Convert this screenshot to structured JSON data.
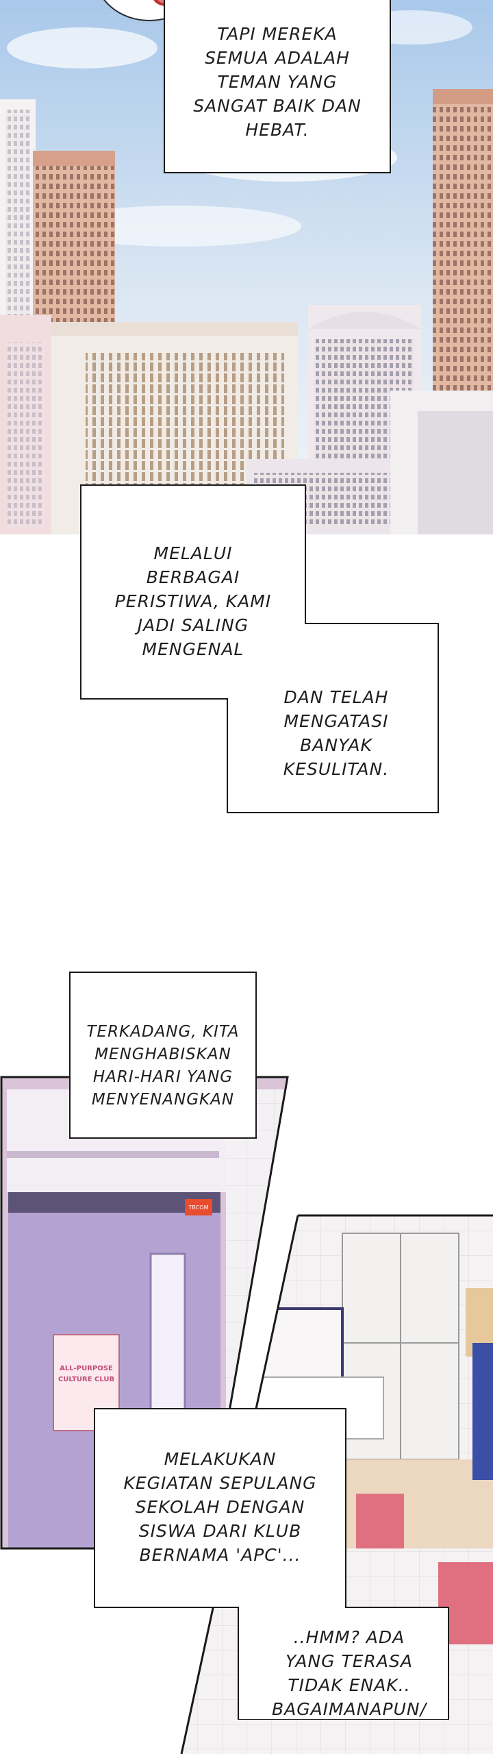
{
  "captions": {
    "c1": [
      "TAPI MEREKA",
      "SEMUA ADALAH",
      "TEMAN YANG",
      "SANGAT BAIK DAN",
      "HEBAT."
    ],
    "c2": [
      "MELALUI",
      "BERBAGAI",
      "PERISTIWA, KAMI",
      "JADI SALING",
      "MENGENAL"
    ],
    "c3": [
      "DAN TELAH",
      "MENGATASI",
      "BANYAK",
      "KESULITAN."
    ],
    "c4": [
      "TERKADANG, KITA",
      "MENGHABISKAN",
      "HARI-HARI YANG",
      "MENYENANGKAN"
    ],
    "c5": [
      "MELAKUKAN",
      "KEGIATAN SEPULANG",
      "SEKOLAH DENGAN",
      "SISWA DARI KLUB",
      "BERNAMA 'APC'..."
    ],
    "c6": [
      "..HMM? ADA",
      "YANG TERASA",
      "TIDAK ENAK..",
      "BAGAIMANAPUN/"
    ]
  },
  "door_sign": [
    "ALL-PURPOSE",
    "CULTURE CLUB"
  ],
  "wall_label": "TBCOM",
  "colors": {
    "sky_top": "#b9d3ee",
    "sky_bottom": "#eef3f8",
    "hair": "#d23a3a",
    "room_wall": "#b6a6d4",
    "chair": "#e07080"
  }
}
